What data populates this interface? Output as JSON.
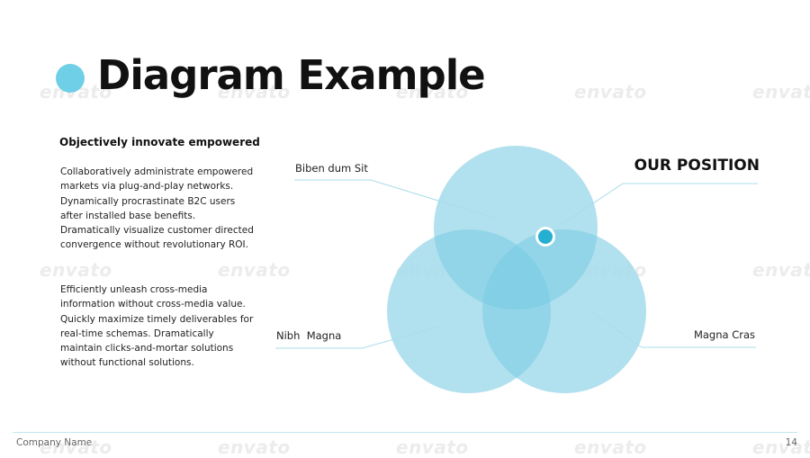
{
  "slide": {
    "title": "Diagram Example",
    "subheading": "Objectively innovate empowered",
    "paragraphs": [
      "Collaboratively administrate empowered markets via plug-and-play networks. Dynamically procrastinate B2C users after installed base benefits. Dramatically visualize customer directed convergence without revolutionary ROI.",
      "Efficiently unleash cross-media information without cross-media value. Quickly maximize timely deliverables for real-time schemas. Dramatically maintain clicks-and-mortar solutions without functional solutions."
    ]
  },
  "diagram": {
    "labels": {
      "top_left": "Biben dum Sit",
      "headline": "OUR POSITION",
      "bottom_left": "Nibh  Magna",
      "bottom_right": "Magna Cras"
    }
  },
  "footer": {
    "company": "Company Name",
    "page_number": "14"
  },
  "watermark": {
    "text": "envato"
  },
  "colors": {
    "accent": "#6ecfe6",
    "circle_fill": "#a9ddec",
    "overlap_fill": "#5cc2dc",
    "marker": "#25afd1",
    "line": "#a8dcea"
  }
}
